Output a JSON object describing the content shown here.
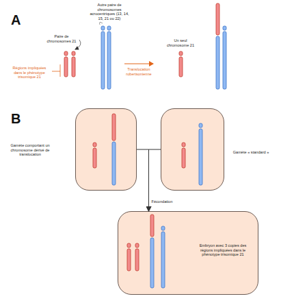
{
  "diagram": {
    "nodes": [
      {
        "text": [
          "Gamète comportant un chromosome dérivé de translocation"
        ]
      },
      {
        "text": [
          "Gamète « standard »"
        ]
      },
      {
        "text": [
          "Embryon avec 3 copies des régions impliquées dans le phénotype trisomique 21"
        ]
      }
    ],
    "edges": [
      {
        "from": 0,
        "to": 2,
        "arrow": "to",
        "label": "Fécondation"
      },
      {
        "from": 1,
        "to": 2,
        "arrow": "to"
      }
    ],
    "labels": [
      "A",
      "Autre paire de chromosomes acrocentriques (13, 14, 15, 21 ou 22)",
      "Paire de chromosomes 21",
      "Régions impliquées dans le phénotype trisomique 21",
      "Translocation robertsonienne",
      "Un seul chromosome 21",
      "B"
    ]
  }
}
